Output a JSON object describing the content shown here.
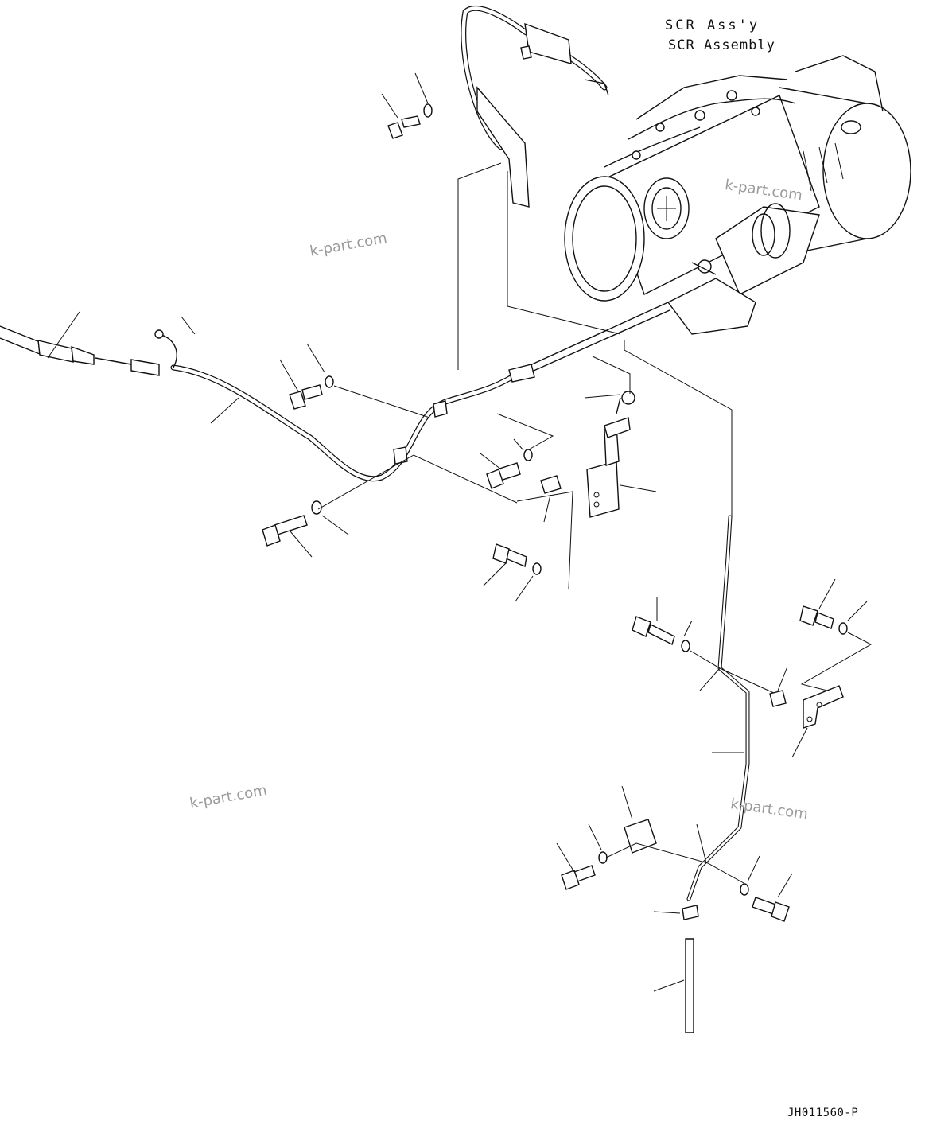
{
  "assembly_title_line1": "SCR Ass'y",
  "assembly_title_line2": "SCR Assembly",
  "watermark": "k-part.com",
  "drawing_code": "JH011560-P"
}
